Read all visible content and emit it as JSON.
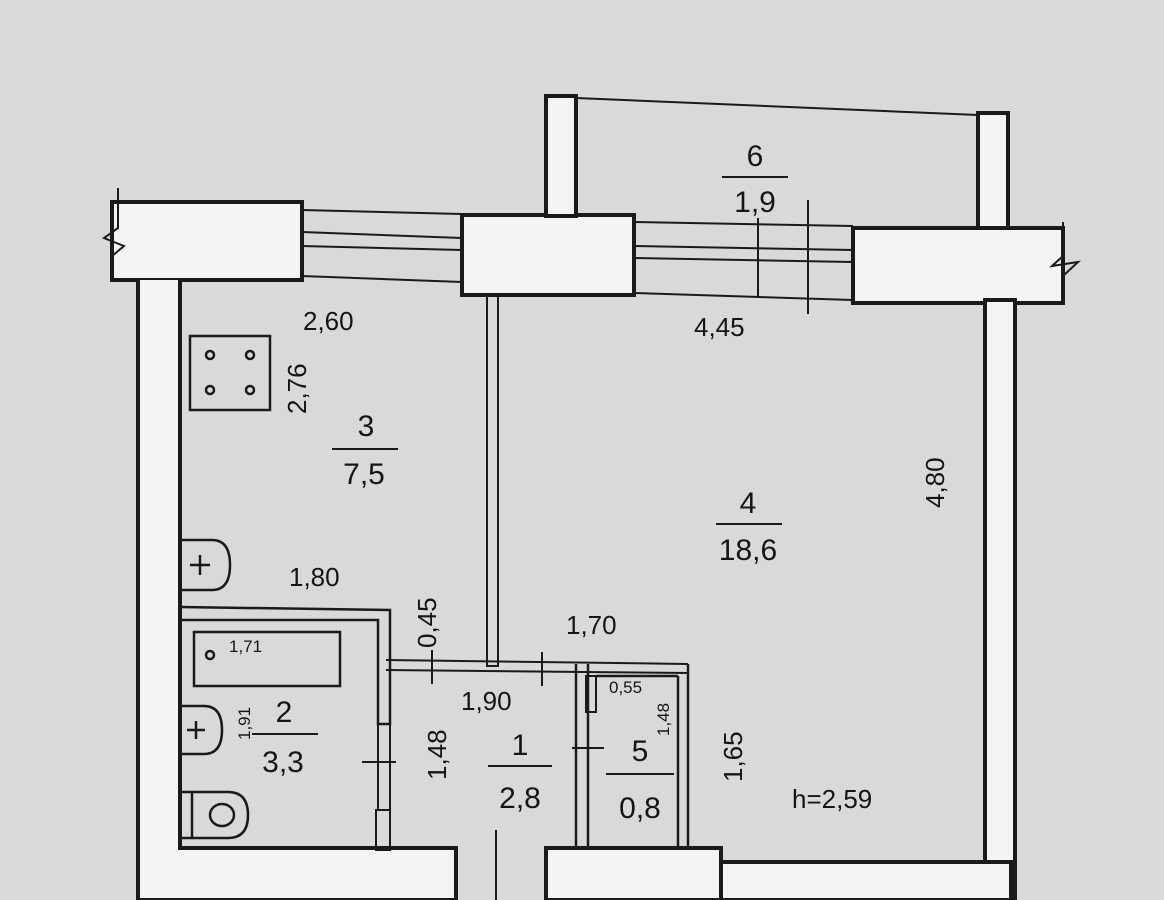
{
  "rooms": [
    {
      "number": "1",
      "area": "2,8"
    },
    {
      "number": "2",
      "area": "3,3"
    },
    {
      "number": "3",
      "area": "7,5"
    },
    {
      "number": "4",
      "area": "18,6"
    },
    {
      "number": "5",
      "area": "0,8"
    },
    {
      "number": "6",
      "area": "1,9"
    }
  ],
  "dimensions": {
    "kitchen_width": "2,60",
    "kitchen_depth": "2,76",
    "living_width": "4,45",
    "living_depth": "4,80",
    "corridor_upper": "1,80",
    "partition_gap": "0,45",
    "hall_top": "1,70",
    "hall_width": "1,90",
    "hall_depth": "1,48",
    "living_lower": "1,65",
    "bath_length": "1,71",
    "bath_depth": "1,91",
    "closet_width": "0,55",
    "closet_depth": "1,48"
  },
  "ceiling_height": "h=2,59"
}
